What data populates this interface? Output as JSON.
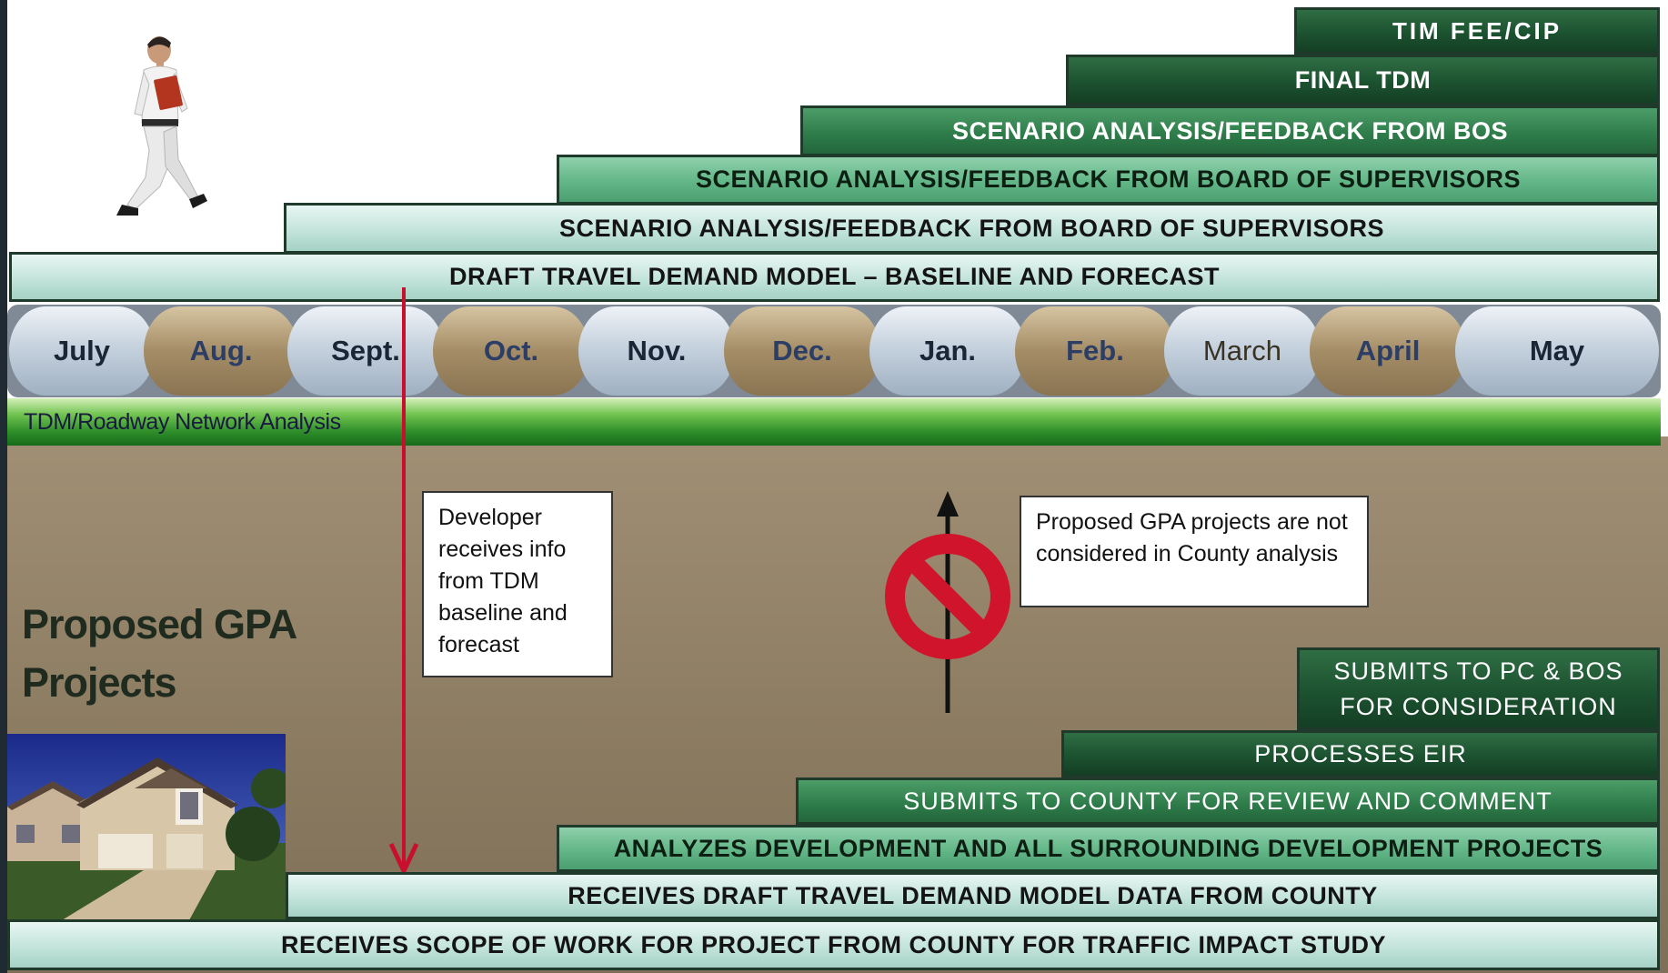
{
  "steps_top": [
    {
      "id": "tim",
      "label": "TIM FEE/CIP"
    },
    {
      "id": "final_tdm",
      "label": "FINAL TDM"
    },
    {
      "id": "scenario_bos",
      "label": "SCENARIO ANALYSIS/FEEDBACK FROM BOS"
    },
    {
      "id": "scenario_board_2",
      "label": "SCENARIO ANALYSIS/FEEDBACK FROM BOARD OF SUPERVISORS"
    },
    {
      "id": "scenario_board_1",
      "label": "SCENARIO ANALYSIS/FEEDBACK FROM BOARD OF SUPERVISORS"
    },
    {
      "id": "draft_tdm",
      "label": "DRAFT TRAVEL DEMAND MODEL – BASELINE AND FORECAST"
    }
  ],
  "months": [
    "July",
    "Aug.",
    "Sept.",
    "Oct.",
    "Nov.",
    "Dec.",
    "Jan.",
    "Feb.",
    "March",
    "April",
    "May"
  ],
  "network_bar_label": "TDM/Roadway Network Analysis",
  "developer_note": "Developer receives info from TDM baseline and forecast",
  "gpa_note": "Proposed GPA projects are not considered in County analysis",
  "gpa_title_line1": "Proposed GPA",
  "gpa_title_line2": "Projects",
  "steps_bottom": [
    {
      "id": "submits_pc",
      "line1": "SUBMITS TO PC & BOS",
      "line2": "FOR CONSIDERATION"
    },
    {
      "id": "eir",
      "label": "PROCESSES EIR"
    },
    {
      "id": "submits_county",
      "label": "SUBMITS TO COUNTY FOR REVIEW AND COMMENT"
    },
    {
      "id": "analyzes",
      "label": "ANALYZES DEVELOPMENT AND ALL SURROUNDING DEVELOPMENT PROJECTS"
    },
    {
      "id": "receives_draft",
      "label": "RECEIVES DRAFT TRAVEL DEMAND MODEL DATA FROM COUNTY"
    },
    {
      "id": "receives_scope",
      "label": "RECEIVES SCOPE OF WORK FOR PROJECT FROM COUNTY FOR TRAFFIC IMPACT STUDY"
    }
  ]
}
